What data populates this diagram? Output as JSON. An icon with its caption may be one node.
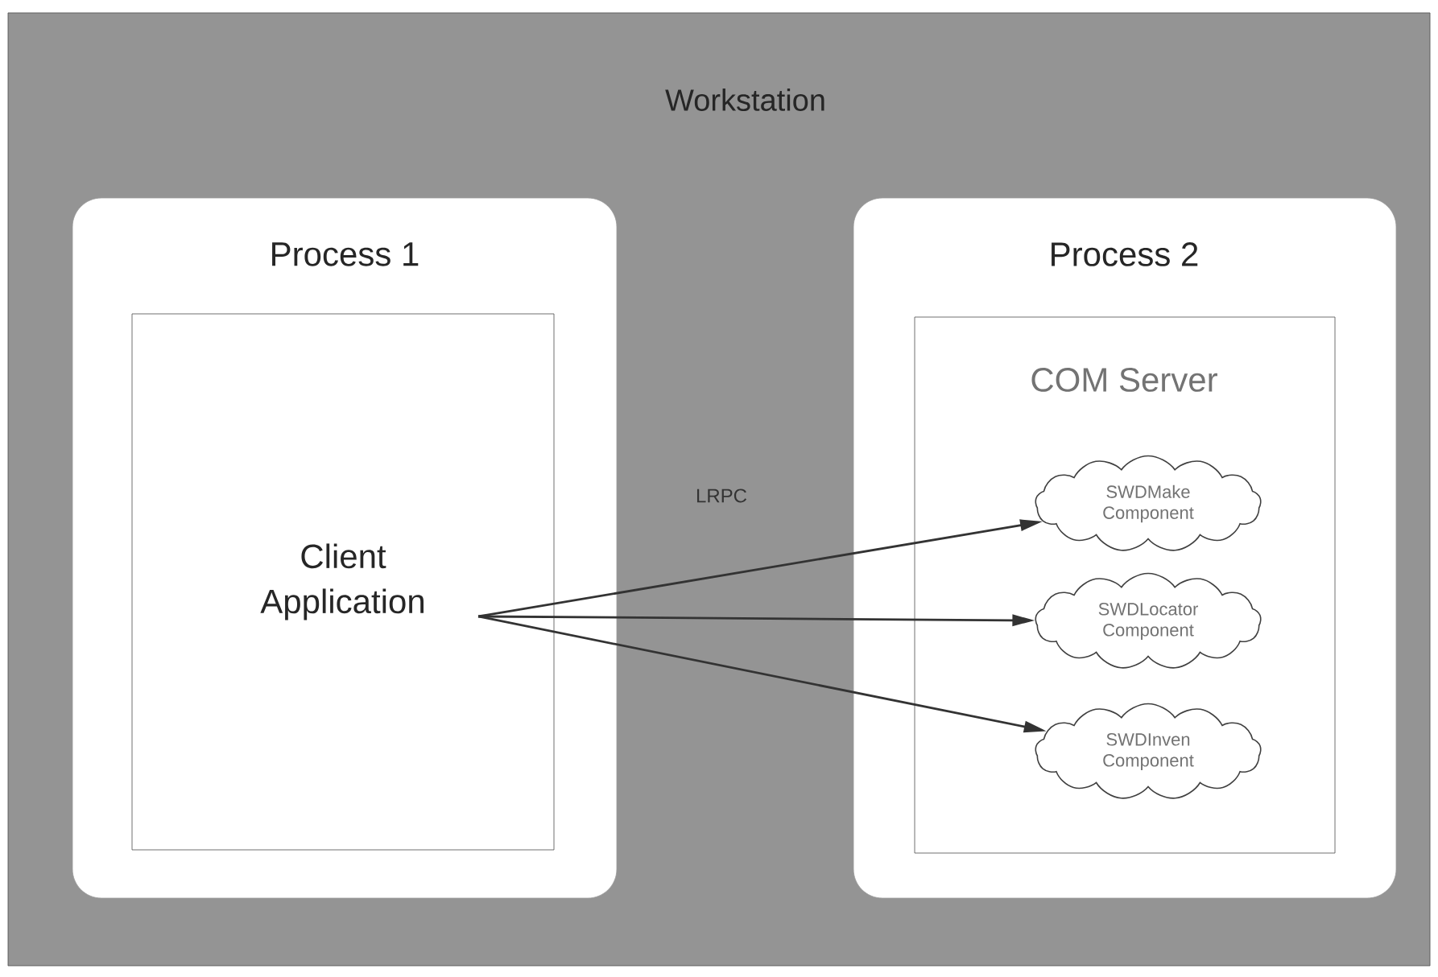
{
  "diagram": {
    "nodes": [
      {
        "text": [
          "Workstation"
        ]
      },
      {
        "text": [
          "Process 1"
        ],
        "in": 0
      },
      {
        "text": [
          "Client Application"
        ],
        "in": 1
      },
      {
        "text": [
          "Process 2"
        ],
        "in": 0
      },
      {
        "text": [
          "COM Server"
        ],
        "in": 3
      },
      {
        "text": [
          "SWDMake Component"
        ],
        "in": 4
      },
      {
        "text": [
          "SWDLocator Component"
        ],
        "in": 4
      },
      {
        "text": [
          "SWDInven Component"
        ],
        "in": 4
      }
    ],
    "edges": [
      {
        "from": 2,
        "to": 5,
        "arrow": "to"
      },
      {
        "from": 2,
        "to": 6,
        "arrow": "to"
      },
      {
        "from": 2,
        "to": 7,
        "arrow": "to"
      }
    ],
    "labels": [
      "LRPC"
    ]
  }
}
